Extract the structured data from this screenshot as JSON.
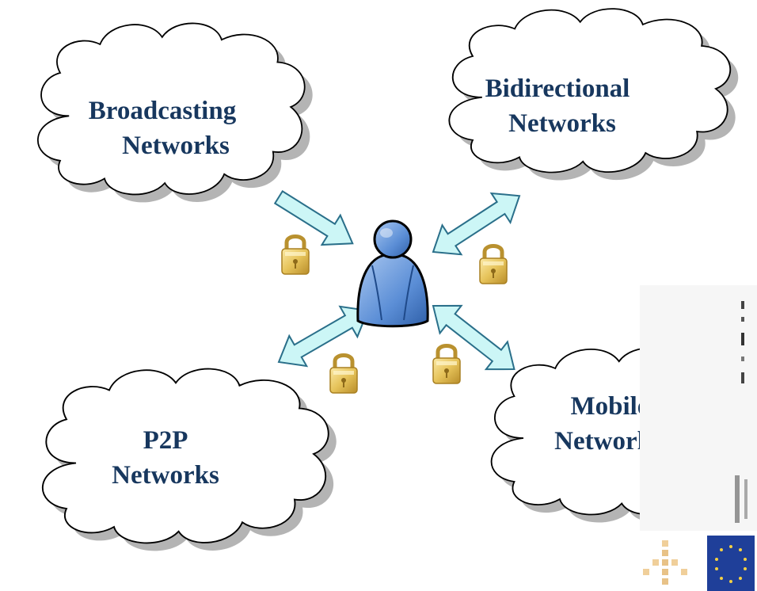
{
  "clouds": {
    "broadcasting": {
      "line1": "Broadcasting",
      "line2": "Networks"
    },
    "bidirectional": {
      "line1": "Bidirectional",
      "line2": "Networks"
    },
    "p2p": {
      "line1": "P2P",
      "line2": "Networks"
    },
    "mobile": {
      "line1": "Mobile",
      "line2": "Networks"
    }
  },
  "colors": {
    "text": "#17375e",
    "arrow_fill": "#ccf6f6",
    "arrow_stroke": "#2a6f8a",
    "user_fill": "#5b8ed6",
    "lock_fill": "#e6c35a",
    "eu_flag": "#1f3f99"
  },
  "icons": {
    "center": "user-icon",
    "locks": "padlock-icon",
    "logo_left": "project-logo-icon",
    "logo_right": "eu-flag-icon"
  }
}
